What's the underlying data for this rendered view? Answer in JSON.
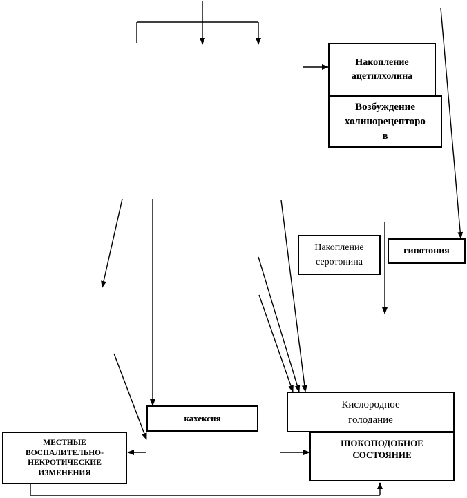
{
  "diagram": {
    "nodes": {
      "acetylcholine": {
        "text": "Накопление\nацетилхолина"
      },
      "cholinoreceptors": {
        "text": "Возбуждение\nхолинорецепторо\nв"
      },
      "serotonin": {
        "text": "Накопление\nсеротонина"
      },
      "hypotonia": {
        "text": "гипотония"
      },
      "cachexia": {
        "text": "кахексия"
      },
      "oxygen_starvation": {
        "text": "Кислородное\nголодание"
      },
      "shock": {
        "text": "ШОКОПОДОБНОЕ\nСОСТОЯНИЕ"
      },
      "local_changes": {
        "text": "МЕСТНЫЕ\nВОСПАЛИТЕЛЬНО-\nНЕКРОТИЧЕСКИЕ\nИЗМЕНЕНИЯ"
      }
    },
    "colors": {
      "stroke": "#000000",
      "background": "#ffffff"
    }
  }
}
